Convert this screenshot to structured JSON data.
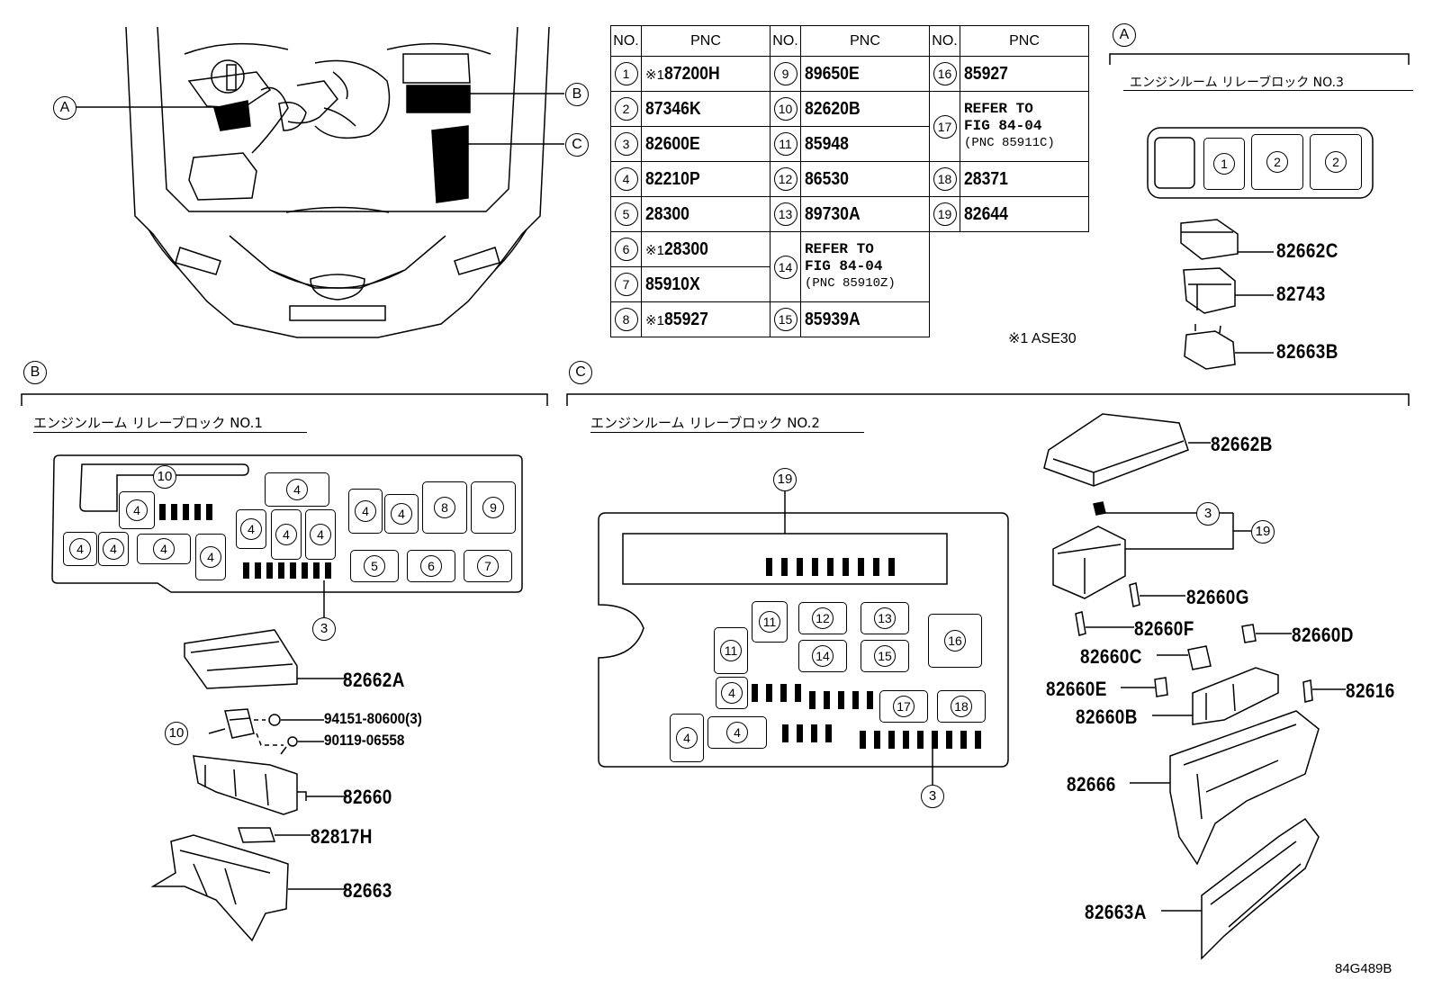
{
  "table": {
    "header_no": "NO.",
    "header_pnc": "PNC",
    "col1": [
      {
        "no": "1",
        "prefix": "※1",
        "pnc": "87200H"
      },
      {
        "no": "2",
        "prefix": "",
        "pnc": "87346K"
      },
      {
        "no": "3",
        "prefix": "",
        "pnc": "82600E"
      },
      {
        "no": "4",
        "prefix": "",
        "pnc": "82210P"
      },
      {
        "no": "5",
        "prefix": "",
        "pnc": "28300"
      },
      {
        "no": "6",
        "prefix": "※1",
        "pnc": "28300"
      },
      {
        "no": "7",
        "prefix": "",
        "pnc": "85910X"
      },
      {
        "no": "8",
        "prefix": "※1",
        "pnc": "85927"
      }
    ],
    "col2": [
      {
        "no": "9",
        "pnc": "89650E"
      },
      {
        "no": "10",
        "pnc": "82620B"
      },
      {
        "no": "11",
        "pnc": "85948"
      },
      {
        "no": "12",
        "pnc": "86530"
      },
      {
        "no": "13",
        "pnc": "89730A"
      },
      {
        "no": "14",
        "ref1": "REFER TO",
        "ref2": "FIG 84-04",
        "ref3": "(PNC 85910Z)"
      },
      {
        "no": "15",
        "pnc": "85939A"
      }
    ],
    "col3": [
      {
        "no": "16",
        "pnc": "85927"
      },
      {
        "no": "17",
        "ref1": "REFER TO",
        "ref2": "FIG 84-04",
        "ref3": "(PNC 85911C)"
      },
      {
        "no": "18",
        "pnc": "28371"
      },
      {
        "no": "19",
        "pnc": "82644"
      }
    ]
  },
  "footnote": "※1 ASE30",
  "callouts": {
    "a": "A",
    "b": "B",
    "c": "C"
  },
  "section_a": {
    "title": "エンジンルーム リレーブロック NO.3",
    "parts": [
      "82662C",
      "82743",
      "82663B"
    ],
    "relays": [
      "1",
      "2",
      "2"
    ]
  },
  "section_b": {
    "title": "エンジンルーム リレーブロック NO.1",
    "parts": [
      "82662A",
      "94151-80600(3)",
      "90119-06558",
      "82660",
      "82817H",
      "82663"
    ],
    "fuse_labels": {
      "n3": "3",
      "n4": "4",
      "n5": "5",
      "n6": "6",
      "n7": "7",
      "n8": "8",
      "n9": "9",
      "n10": "10"
    }
  },
  "section_c": {
    "title": "エンジンルーム リレーブロック NO.2",
    "parts": [
      "82662B",
      "82660G",
      "82660F",
      "82660D",
      "82660C",
      "82660E",
      "82616",
      "82660B",
      "82666",
      "82663A"
    ],
    "fuse_labels": {
      "n3": "3",
      "n4": "4",
      "n11": "11",
      "n12": "12",
      "n13": "13",
      "n14": "14",
      "n15": "15",
      "n16": "16",
      "n17": "17",
      "n18": "18",
      "n19": "19"
    }
  },
  "figure_id": "84G489B"
}
